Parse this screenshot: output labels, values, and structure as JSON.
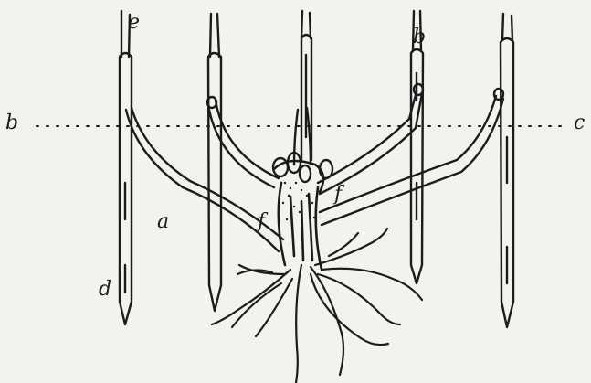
{
  "figure": {
    "background": "#f3f3ee",
    "ink_color": "#1b1b1b",
    "labels": {
      "e": "e",
      "b_left": "b",
      "b_top": "b",
      "c": "c",
      "a": "a",
      "d": "d",
      "f_left": "f",
      "f_right": "f"
    }
  }
}
